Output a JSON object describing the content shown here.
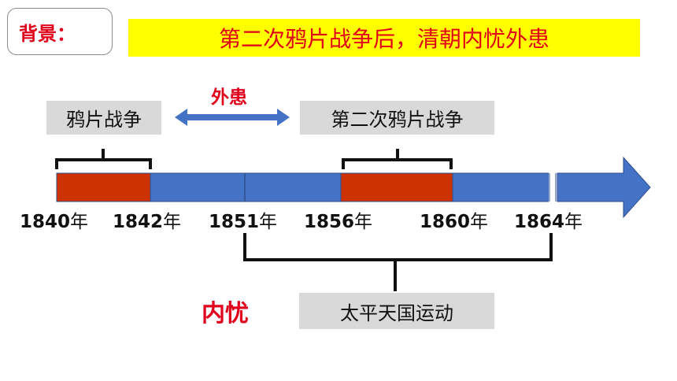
{
  "header": {
    "label": "背景：",
    "headline": "第二次鸦片战争后，清朝内忧外患"
  },
  "external": {
    "label": "外患",
    "wars": [
      "鸦片战争",
      "第二次鸦片战争"
    ]
  },
  "internal": {
    "label": "内忧",
    "movement": "太平天国运动"
  },
  "timeline": {
    "suffix": "年",
    "years": [
      "1840",
      "1842",
      "1851",
      "1856",
      "1860",
      "1864"
    ]
  },
  "colors": {
    "accent_red": "#e0001b",
    "highlight_yellow": "#ffff00",
    "war_segment": "#cc3300",
    "timeline_blue": "#4472c4",
    "arrow_blue": "#4472c4",
    "label_gray": "#d9d9d9"
  }
}
